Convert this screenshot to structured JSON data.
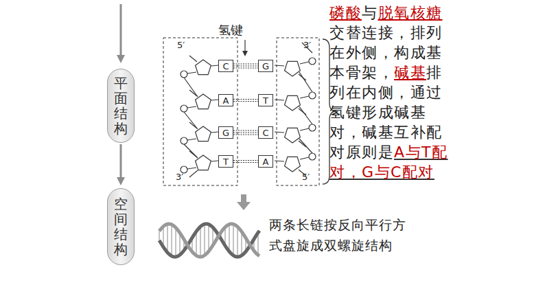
{
  "diagram": {
    "nodes": [
      {
        "text": [
          "平面结构"
        ]
      },
      {
        "text": [
          "空间结构"
        ]
      },
      {
        "text": [
          "C"
        ]
      },
      {
        "text": [
          "A"
        ]
      },
      {
        "text": [
          "G"
        ]
      },
      {
        "text": [
          "T"
        ]
      },
      {
        "text": [
          "G"
        ]
      },
      {
        "text": [
          "T"
        ]
      },
      {
        "text": [
          "C"
        ]
      },
      {
        "text": [
          "A"
        ]
      }
    ],
    "edges": [
      {
        "from": 0,
        "to": 1,
        "arrow": "to"
      },
      {
        "from": 2,
        "to": 6,
        "arrow": "none"
      },
      {
        "from": 3,
        "to": 7,
        "arrow": "none"
      },
      {
        "from": 4,
        "to": 8,
        "arrow": "none"
      },
      {
        "from": 5,
        "to": 9,
        "arrow": "none"
      }
    ],
    "labels": [
      "氢键",
      "5′",
      "3′",
      "3′",
      "5′",
      "磷酸",
      "与",
      "脱氧核糖",
      "交替连接，排列在外侧，构成基本骨架，",
      "碱基",
      "排列在内侧，通过氢键形成碱基对，碱基互补配对原则是",
      "A与T配对，",
      "G与C配对",
      "两条长链按反向平行方式盘旋成双螺旋结构"
    ]
  }
}
